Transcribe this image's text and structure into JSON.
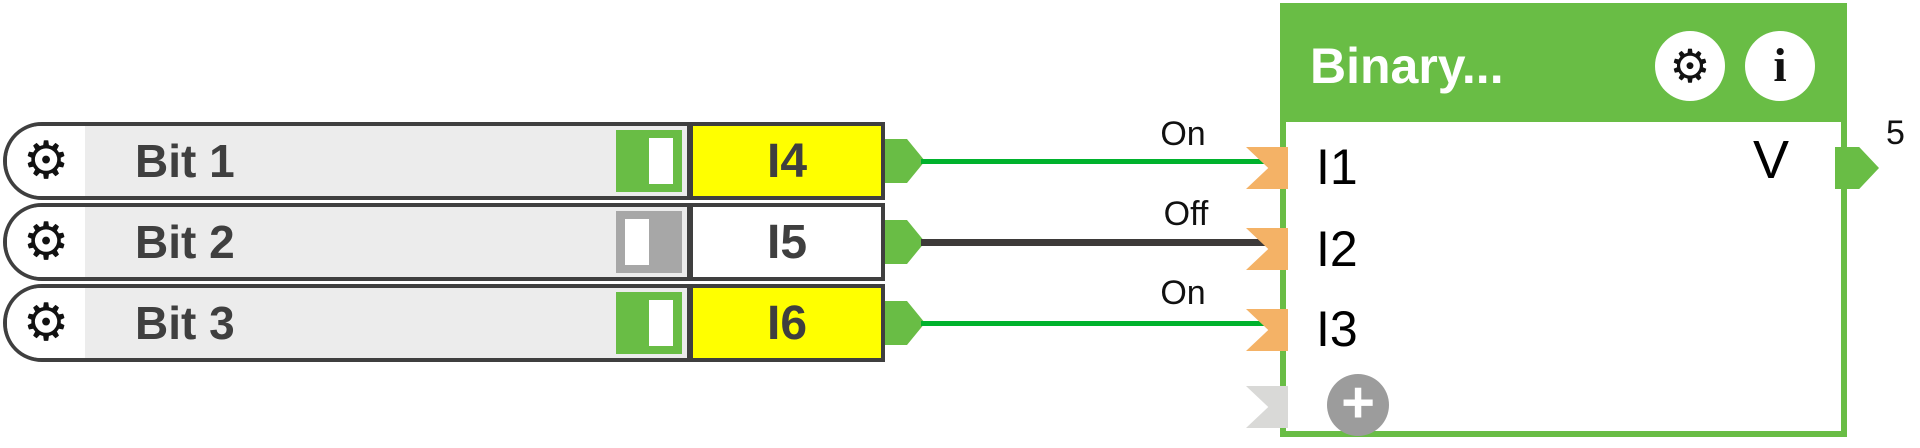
{
  "colors": {
    "green": "#69bd45",
    "wire-on": "#00b22d",
    "wire-off": "#3d3a39",
    "connector-orange": "#f4b266",
    "connector-gray": "#d9d9d7",
    "port-active": "#ffff00",
    "dark": "#3f3f3f",
    "row-bg": "#ececec",
    "toggle-off": "#a7a7a7",
    "plus-gray": "#9c9c9c"
  },
  "inputs": [
    {
      "label": "Bit 1",
      "port": "I4",
      "state": "on",
      "wire_label": "On"
    },
    {
      "label": "Bit 2",
      "port": "I5",
      "state": "off",
      "wire_label": "Off"
    },
    {
      "label": "Bit 3",
      "port": "I6",
      "state": "on",
      "wire_label": "On"
    }
  ],
  "block": {
    "title": "Binary...",
    "inputs": [
      "I1",
      "I2",
      "I3"
    ],
    "output_label": "V",
    "output_value": "5"
  },
  "icons": {
    "gear": "⚙",
    "info": "i",
    "add": "+"
  }
}
